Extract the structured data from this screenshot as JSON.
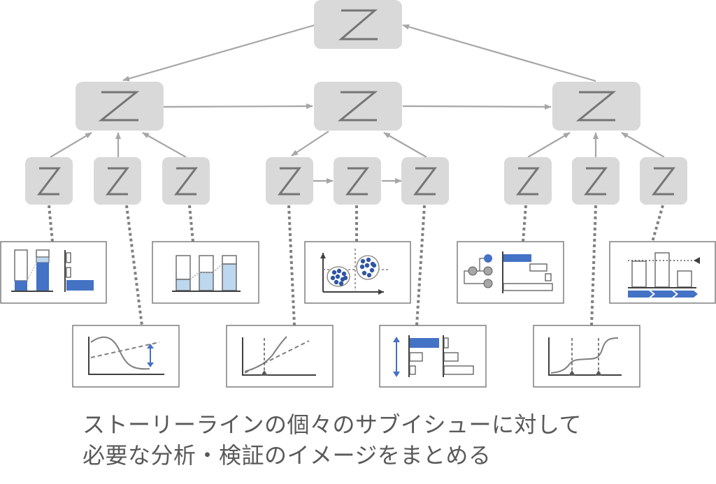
{
  "node_glyph": "Z",
  "caption": {
    "line1": "ストーリーラインの個々のサブイシューに対して",
    "line2": "必要な分析・検証のイメージをまとめる"
  },
  "colors": {
    "node_fill": "#d9d9d9",
    "node_glyph": "#757575",
    "edge": "#a6a6a6",
    "leader": "#808080",
    "accent_blue": "#4472c4",
    "light_blue": "#bdd7ee",
    "caption_text": "#595959"
  },
  "icons": [
    "tree-diagram-icon",
    "stacked-bar-chart-icon",
    "line-chart-icon",
    "scatter-plot-icon",
    "gantt-chart-icon",
    "process-arrows-icon"
  ]
}
